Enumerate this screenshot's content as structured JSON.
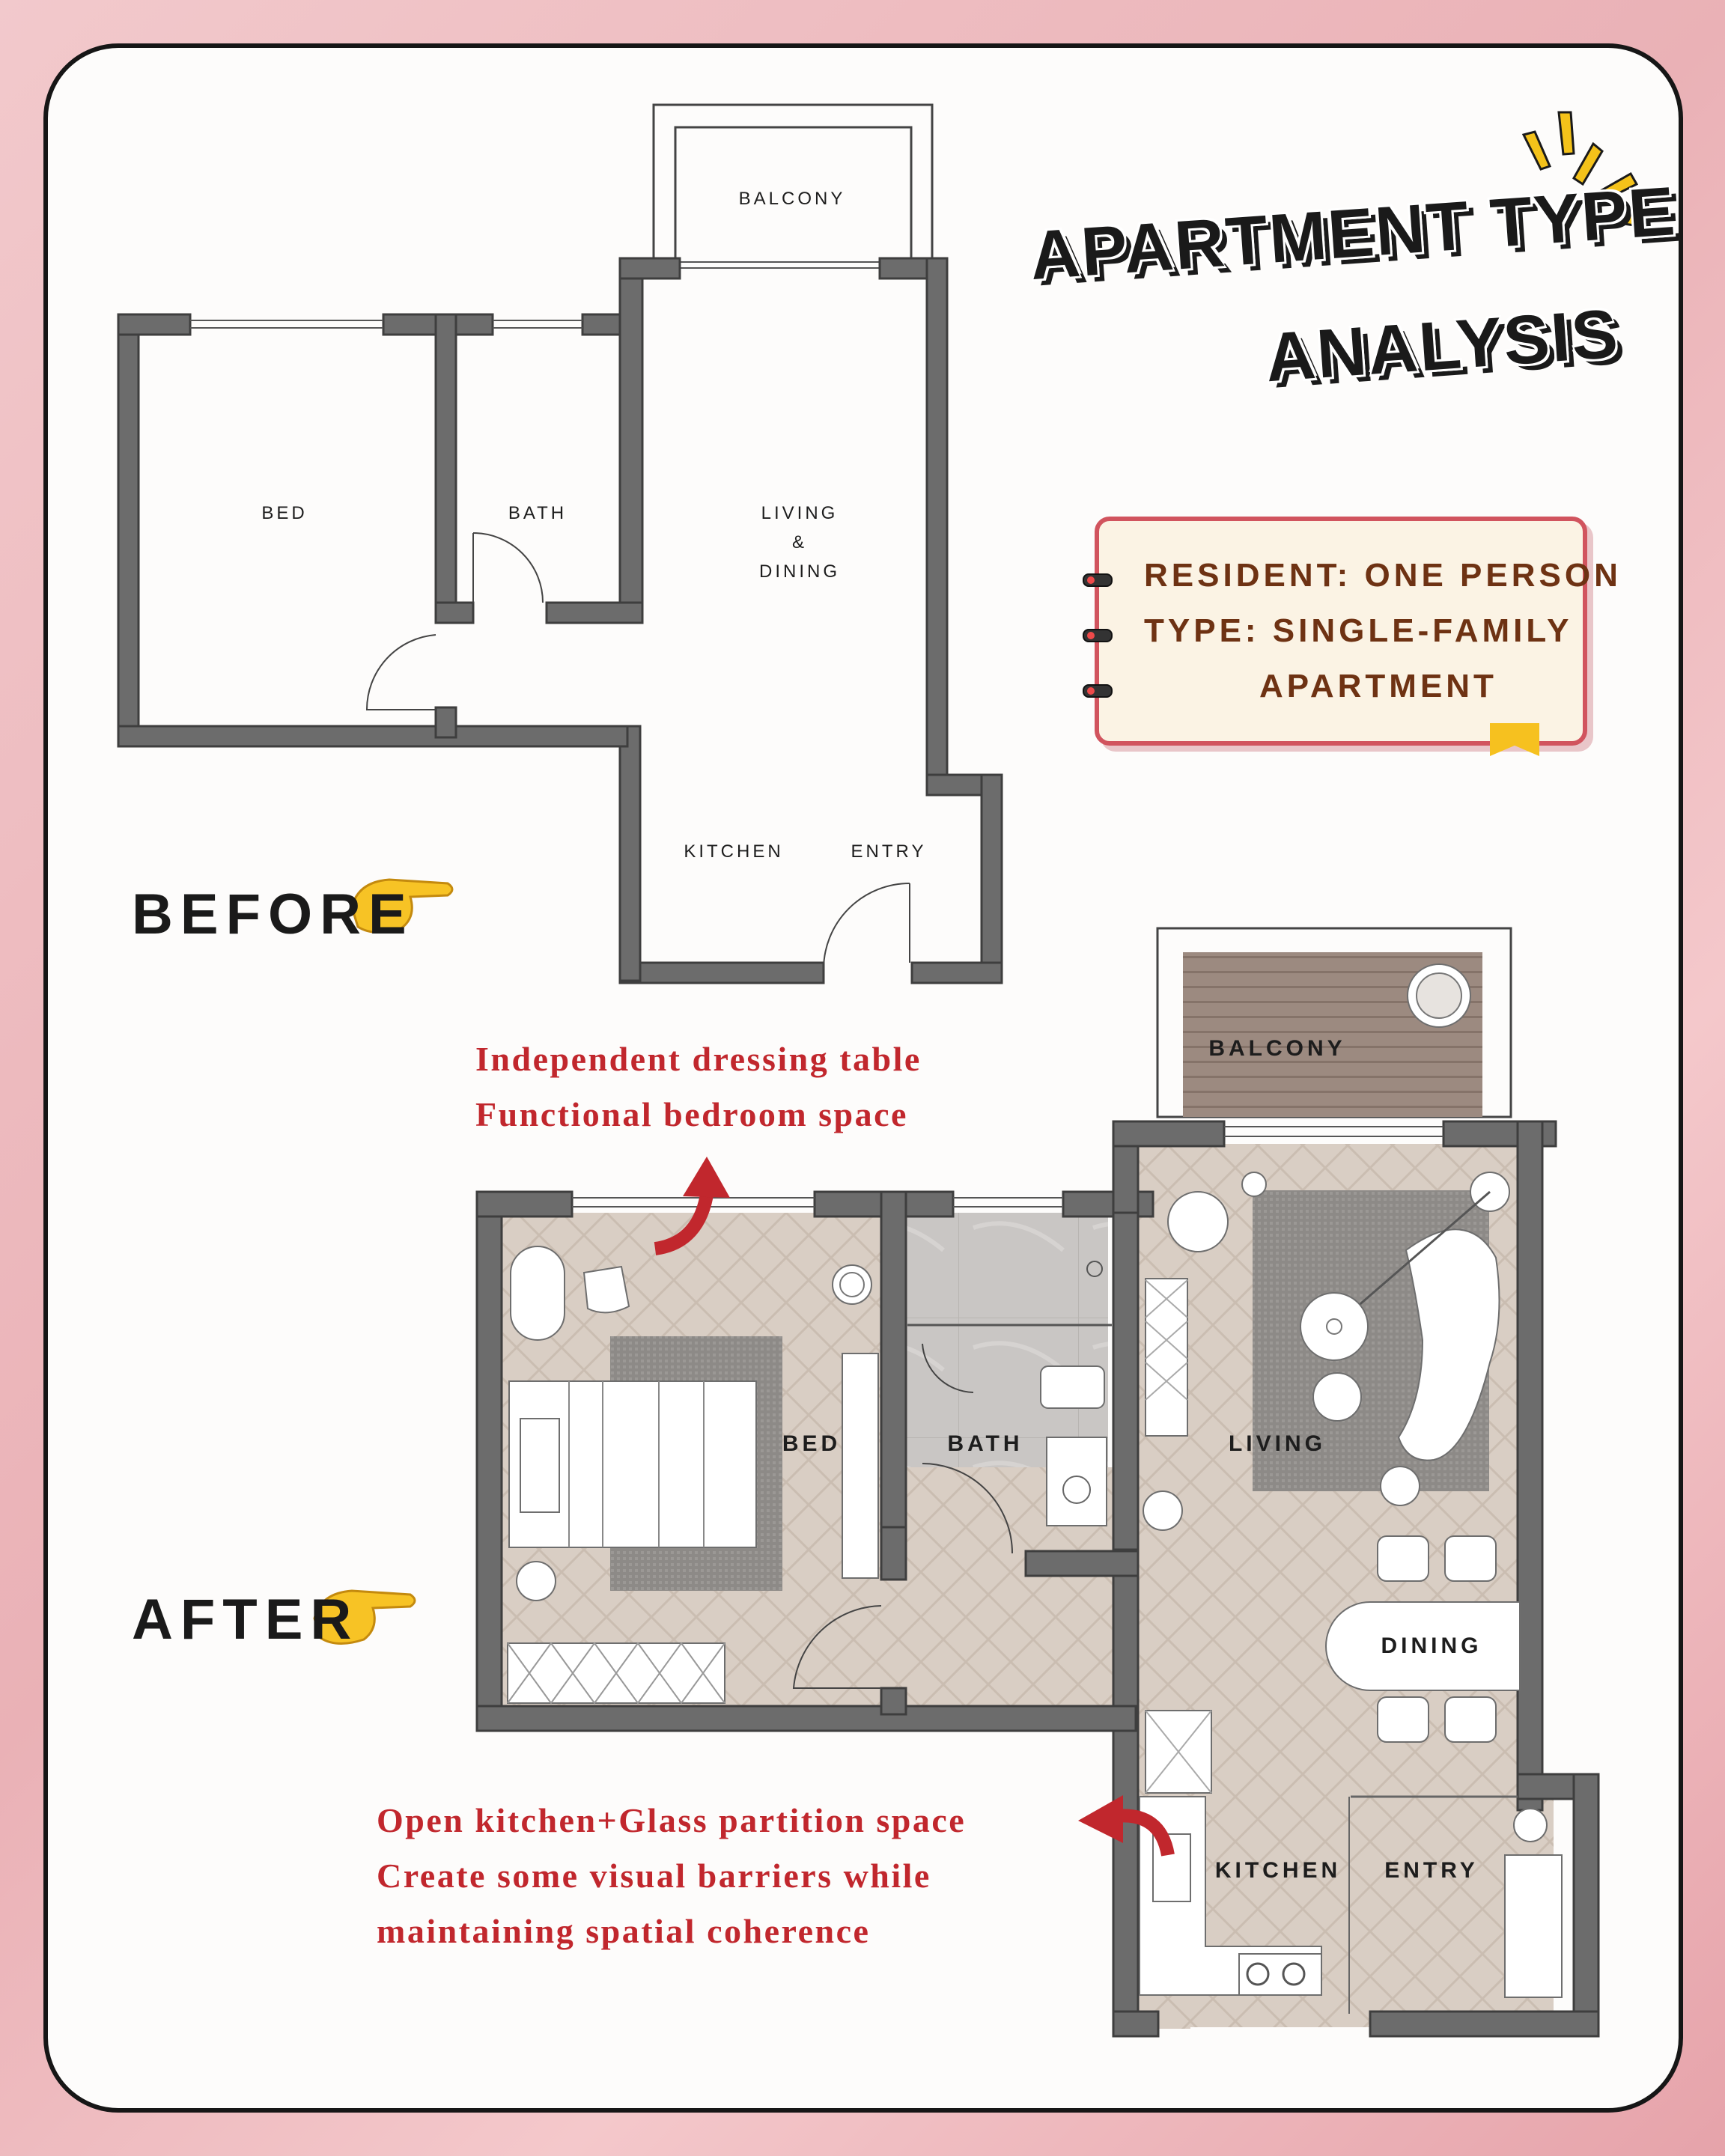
{
  "title": {
    "line1": "APARTMENT TYPE",
    "line2": "ANALYSIS"
  },
  "info_card": {
    "items": [
      "RESIDENT: ONE PERSON",
      "TYPE: SINGLE-FAMILY",
      "APARTMENT"
    ]
  },
  "before": {
    "label": "BEFORE",
    "rooms": {
      "balcony": "BALCONY",
      "bed": "BED",
      "bath": "BATH",
      "living_1": "LIVING",
      "living_2": "&",
      "living_3": "DINING",
      "kitchen": "KITCHEN",
      "entry": "ENTRY"
    }
  },
  "after": {
    "label": "AFTER",
    "rooms": {
      "balcony": "BALCONY",
      "bed": "BED",
      "bath": "BATH",
      "living": "LIVING",
      "dining": "DINING",
      "kitchen": "KITCHEN",
      "entry": "ENTRY"
    }
  },
  "notes": {
    "top": [
      "Independent dressing table",
      "Functional bedroom space"
    ],
    "bottom": [
      "Open kitchen+Glass partition space",
      "Create some visual barriers while",
      "maintaining spatial coherence"
    ]
  },
  "colors": {
    "note_red": "#c1272d",
    "wall_gray": "#6c6c6c",
    "floor_wood": "#d8cdc2",
    "card_border": "#d1545e",
    "card_text": "#6e3213"
  },
  "icons": [
    "pointing-hand-icon",
    "burst-lines-icon",
    "curved-arrow-icon",
    "bookmark-icon"
  ]
}
